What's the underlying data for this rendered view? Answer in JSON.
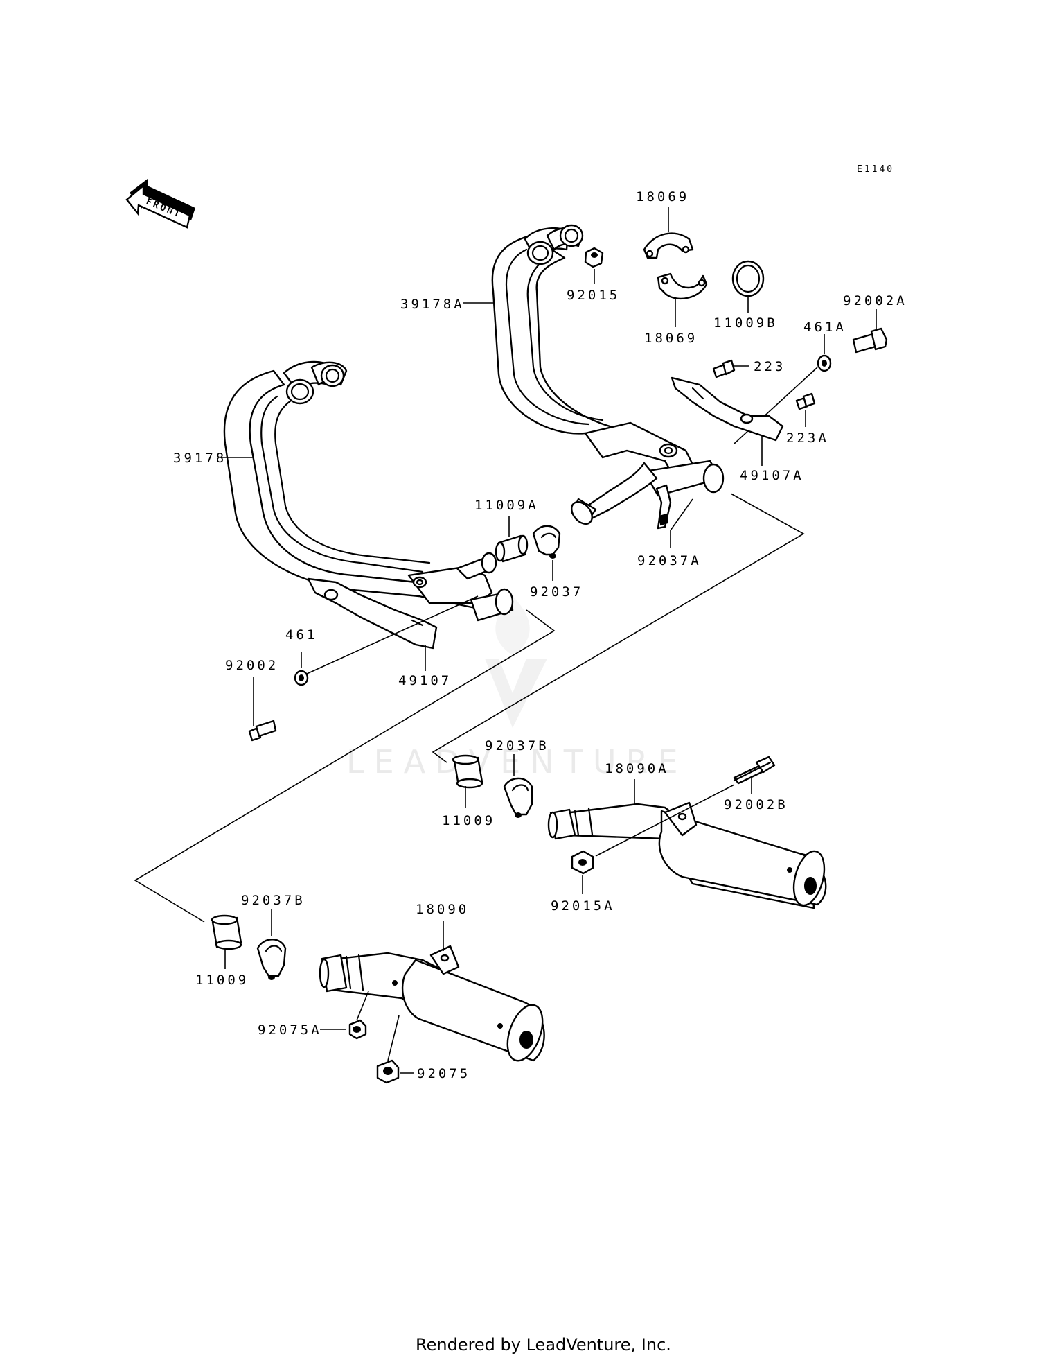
{
  "diagram": {
    "code": "E1140",
    "front_label": "FRONT",
    "watermark": "LEADVENTURE",
    "footer": "Rendered by LeadVenture, Inc."
  },
  "parts": [
    {
      "id": "p18069a",
      "label": "18069"
    },
    {
      "id": "p92015",
      "label": "92015"
    },
    {
      "id": "p39178A",
      "label": "39178A"
    },
    {
      "id": "p18069b",
      "label": "18069"
    },
    {
      "id": "p11009B",
      "label": "11009B"
    },
    {
      "id": "p92002A",
      "label": "92002A"
    },
    {
      "id": "p461A",
      "label": "461A"
    },
    {
      "id": "p223",
      "label": "223"
    },
    {
      "id": "p223A",
      "label": "223A"
    },
    {
      "id": "p49107A",
      "label": "49107A"
    },
    {
      "id": "p39178",
      "label": "39178"
    },
    {
      "id": "p11009A",
      "label": "11009A"
    },
    {
      "id": "p92037",
      "label": "92037"
    },
    {
      "id": "p92037A",
      "label": "92037A"
    },
    {
      "id": "p461",
      "label": "461"
    },
    {
      "id": "p92002",
      "label": "92002"
    },
    {
      "id": "p49107",
      "label": "49107"
    },
    {
      "id": "p92037B_top",
      "label": "92037B"
    },
    {
      "id": "p18090A",
      "label": "18090A"
    },
    {
      "id": "p92002B",
      "label": "92002B"
    },
    {
      "id": "p11009_top",
      "label": "11009"
    },
    {
      "id": "p92015A",
      "label": "92015A"
    },
    {
      "id": "p92037B_bot",
      "label": "92037B"
    },
    {
      "id": "p18090",
      "label": "18090"
    },
    {
      "id": "p11009_bot",
      "label": "11009"
    },
    {
      "id": "p92075A",
      "label": "92075A"
    },
    {
      "id": "p92075",
      "label": "92075"
    }
  ]
}
